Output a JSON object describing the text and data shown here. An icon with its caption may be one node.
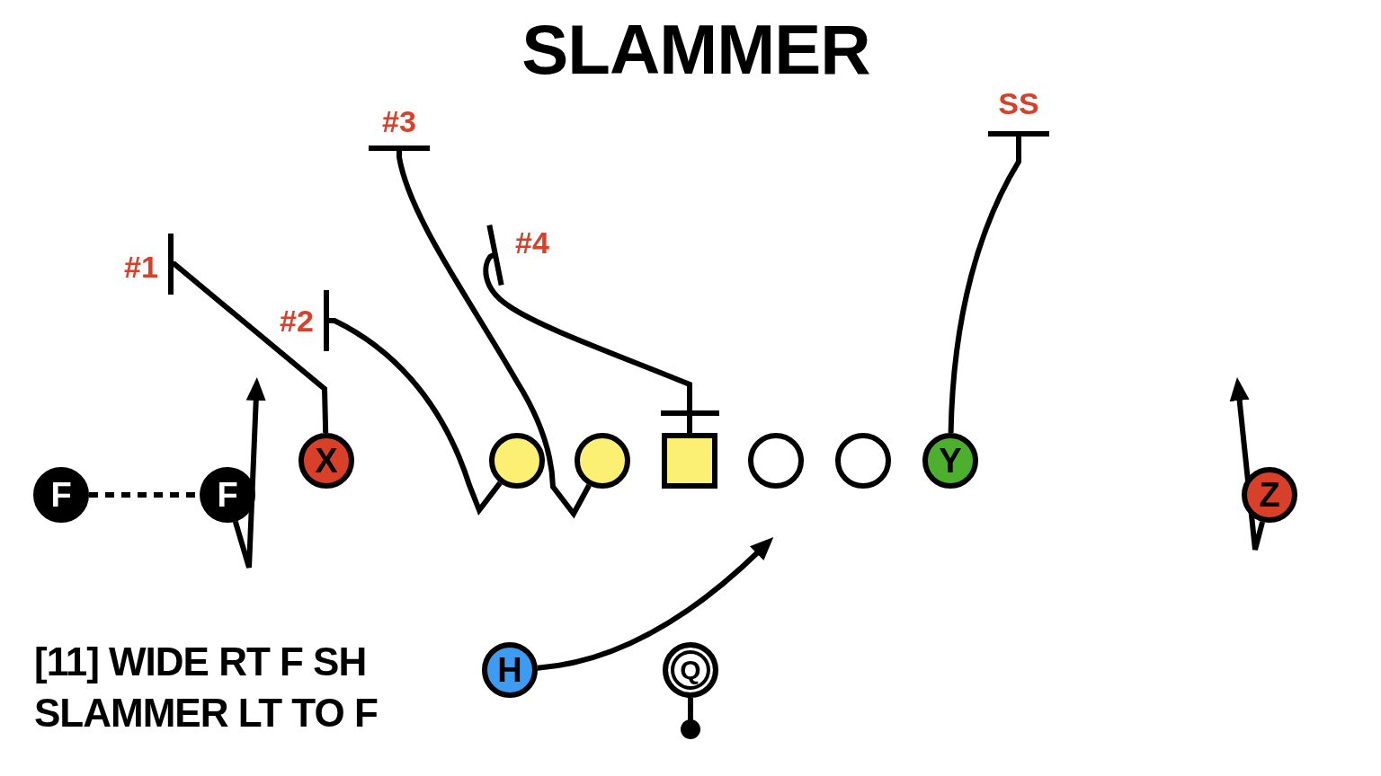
{
  "diagram": {
    "title": "SLAMMER",
    "nodes": [
      {
        "text": [
          "F"
        ]
      },
      {
        "text": [
          "F"
        ]
      },
      {
        "text": [
          "X"
        ]
      },
      {
        "text": [],
        "shape": "circle"
      },
      {
        "text": [],
        "shape": "circle"
      },
      {
        "text": [],
        "shape": "box"
      },
      {
        "text": [],
        "shape": "circle"
      },
      {
        "text": [],
        "shape": "circle"
      },
      {
        "text": [
          "Y"
        ]
      },
      {
        "text": [
          "Z"
        ]
      },
      {
        "text": [
          "H"
        ]
      },
      {
        "text": [
          "Q"
        ]
      },
      {
        "text": [
          "#1"
        ]
      },
      {
        "text": [
          "#2"
        ]
      },
      {
        "text": [
          "#3"
        ]
      },
      {
        "text": [
          "#4"
        ]
      },
      {
        "text": [
          "SS"
        ]
      }
    ],
    "edges": [
      {
        "from": 0,
        "to": 1,
        "arrow": "none",
        "style": "dashed"
      },
      {
        "from": 1,
        "to": null,
        "arrow": "to"
      },
      {
        "from": 2,
        "to": 12,
        "arrow": "other"
      },
      {
        "from": 3,
        "to": 13,
        "arrow": "other"
      },
      {
        "from": 4,
        "to": 14,
        "arrow": "other"
      },
      {
        "from": 5,
        "to": 15,
        "arrow": "other"
      },
      {
        "from": 8,
        "to": 16,
        "arrow": "other"
      },
      {
        "from": 9,
        "to": null,
        "arrow": "to"
      },
      {
        "from": 10,
        "to": null,
        "arrow": "to"
      },
      {
        "from": 11,
        "to": null,
        "arrow": "other"
      }
    ],
    "labels": [
      "[11] WIDE RT F SH",
      "SLAMMER LT TO F"
    ]
  }
}
